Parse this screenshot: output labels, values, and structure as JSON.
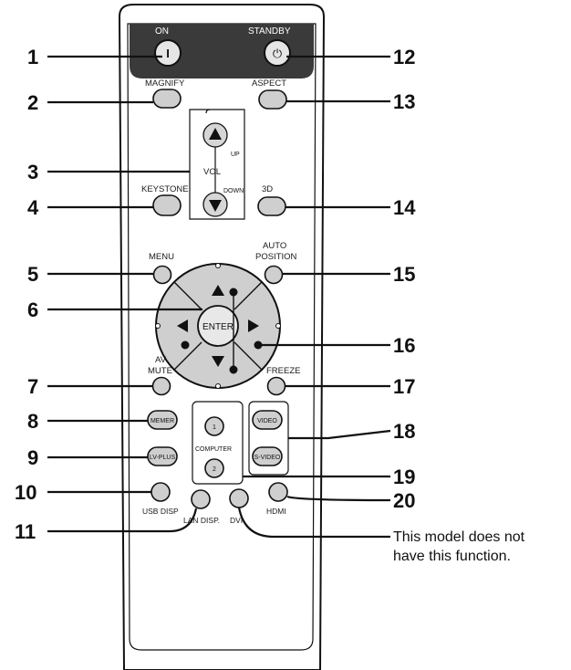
{
  "remote": {
    "top_labels": {
      "on": "ON",
      "standby": "STANDBY"
    },
    "buttons": {
      "on_symbol": "I",
      "standby_symbol": "⏻",
      "magnify": "MAGNIFY",
      "aspect": "ASPECT",
      "up": "UP",
      "vol": "VOL",
      "down": "DOWN",
      "keystone": "KEYSTONE",
      "three_d": "3D",
      "menu": "MENU",
      "auto_position_1": "AUTO",
      "auto_position_2": "POSITION",
      "enter": "ENTER",
      "av_mute_1": "AV",
      "av_mute_2": "MUTE",
      "freeze": "FREEZE",
      "memory": "MEMER",
      "video": "VIDEO",
      "computer_1": "1",
      "computer": "COMPUTER",
      "computer_2": "2",
      "lvplus": "LV-PLUS",
      "s_video": "S-VIDEO",
      "usb_disp": "USB DISP",
      "lan_disp": "LAN DISP.",
      "dvi": "DVI",
      "hdmi": "HDMI"
    }
  },
  "callouts": {
    "left": [
      "1",
      "2",
      "3",
      "4",
      "5",
      "6",
      "7",
      "8",
      "9",
      "10",
      "11"
    ],
    "right": [
      "12",
      "13",
      "14",
      "15",
      "16",
      "17",
      "18",
      "19",
      "20"
    ]
  },
  "note": {
    "line1": "This model does not",
    "line2": "have this function."
  },
  "colors": {
    "top_band": "#3a3a3a",
    "button_fill": "#cfcfcf",
    "outline": "#111111"
  }
}
